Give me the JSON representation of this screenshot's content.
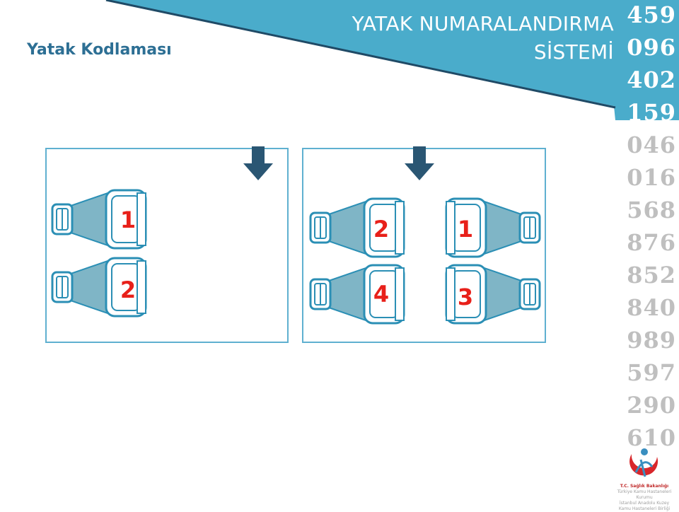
{
  "header": {
    "title_line1": "YATAK NUMARALANDIRMA",
    "title_line2": "SİSTEMİ",
    "subtitle": "Yatak Kodlaması"
  },
  "numbers": [
    "459",
    "096",
    "402",
    "159",
    "046",
    "016",
    "568",
    "876",
    "852",
    "840",
    "989",
    "597",
    "290",
    "610"
  ],
  "layouts": {
    "single": {
      "beds": [
        "1",
        "2"
      ]
    },
    "double": {
      "left_beds": [
        "2",
        "4"
      ],
      "right_beds": [
        "1",
        "3"
      ]
    }
  },
  "logo": {
    "line1": "T.C. Sağlık Bakanlığı",
    "line2": "Türkiye Kamu Hastaneleri Kurumu",
    "line3": "İstanbul Anadolu Kuzey",
    "line4": "Kamu Hastaneleri Birliği"
  },
  "colors": {
    "banner": "#4aaccb",
    "banner_edge": "#1f4a66",
    "subtitle": "#2d6f94",
    "panel_border": "#5fb0d0",
    "bed_fill": "#7fb5c6",
    "bed_stroke": "#2b8fb5",
    "arrow": "#2a5673",
    "bed_number": "#e8201a"
  }
}
